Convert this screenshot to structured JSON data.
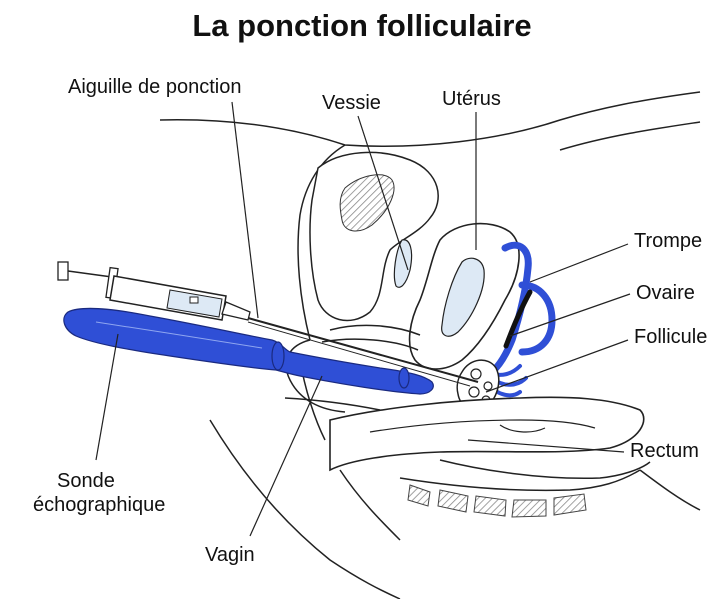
{
  "title": "La ponction folliculaire",
  "labels": {
    "aiguille": "Aiguille de ponction",
    "vessie": "Vessie",
    "uterus": "Utérus",
    "trompe": "Trompe",
    "ovaire": "Ovaire",
    "follicule": "Follicule",
    "rectum": "Rectum",
    "sonde_line1": "Sonde",
    "sonde_line2": "échographique",
    "vagin": "Vagin"
  },
  "colors": {
    "probe": "#2f4fd6",
    "outline": "#222222",
    "fluid": "#dde9f5",
    "bladder_hatch": "#9a9a9a"
  }
}
